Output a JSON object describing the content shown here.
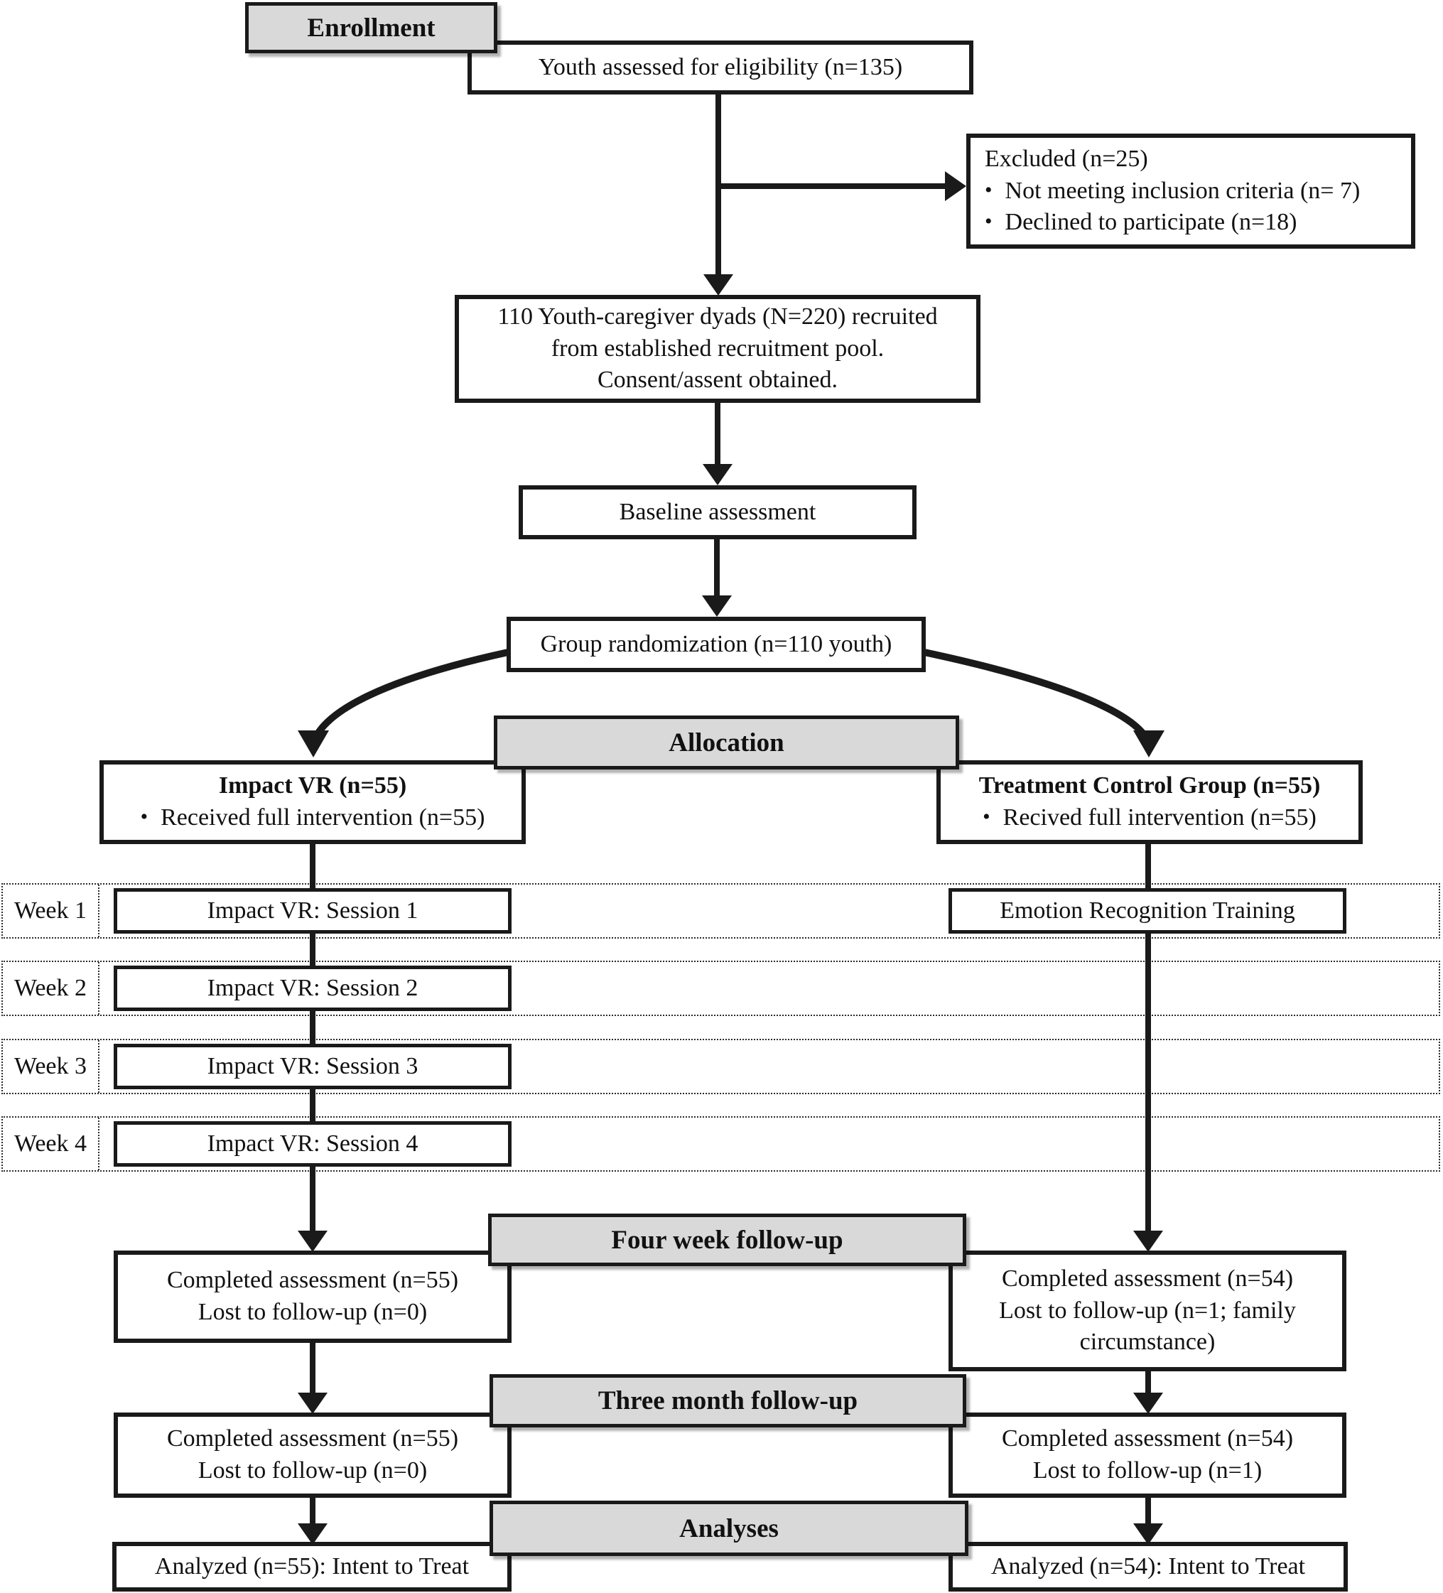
{
  "flowchart": {
    "bullet_glyph": "•",
    "enrollment": {
      "header": "Enrollment",
      "eligibility": "Youth assessed for eligibility (n=135)",
      "excluded": {
        "title": "Excluded (n=25)",
        "items": [
          "Not meeting inclusion criteria (n= 7)",
          "Declined to participate (n=18)"
        ]
      },
      "recruited": {
        "line1": "110 Youth-caregiver dyads (N=220) recruited",
        "line2": "from established recruitment pool.",
        "line3": "Consent/assent obtained."
      },
      "baseline": "Baseline assessment",
      "randomization": "Group randomization (n=110 youth)"
    },
    "allocation": {
      "header": "Allocation",
      "left": {
        "title": "Impact VR (n=55)",
        "bullet_item": "Received full intervention (n=55)"
      },
      "right": {
        "title": "Treatment Control Group (n=55)",
        "bullet_item": "Recived full intervention (n=55)"
      }
    },
    "weeks": [
      {
        "label": "Week 1",
        "left_session": "Impact VR: Session 1",
        "right_session": "Emotion Recognition Training"
      },
      {
        "label": "Week 2",
        "left_session": "Impact VR: Session 2"
      },
      {
        "label": "Week 3",
        "left_session": "Impact VR: Session 3"
      },
      {
        "label": "Week 4",
        "left_session": "Impact VR: Session 4"
      }
    ],
    "four_week_followup": {
      "header": "Four week follow-up",
      "left": {
        "line1": "Completed assessment (n=55)",
        "line2": "Lost to follow-up (n=0)"
      },
      "right": {
        "line1": "Completed assessment (n=54)",
        "line2": "Lost to follow-up (n=1; family circumstance)"
      }
    },
    "three_month_followup": {
      "header": "Three month follow-up",
      "left": {
        "line1": "Completed assessment (n=55)",
        "line2": "Lost to follow-up (n=0)"
      },
      "right": {
        "line1": "Completed assessment (n=54)",
        "line2": "Lost to follow-up (n=1)"
      }
    },
    "analyses": {
      "header": "Analyses",
      "left": "Analyzed (n=55): Intent to Treat",
      "right": "Analyzed (n=54): Intent to Treat"
    },
    "colors": {
      "header_fill": "#d9d9d9",
      "line": "#1a1a1a",
      "background": "#ffffff"
    }
  }
}
